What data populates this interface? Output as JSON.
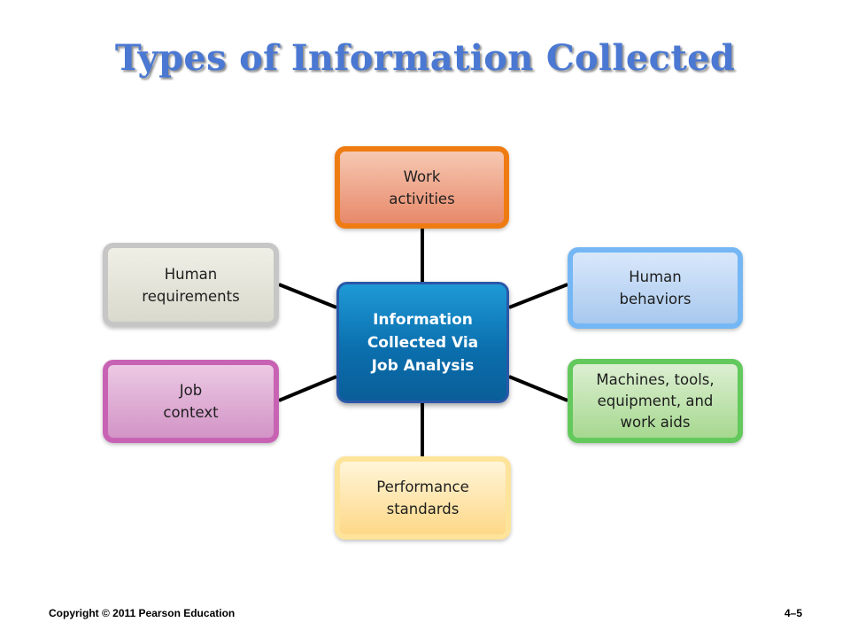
{
  "title": "Types of Information Collected",
  "diagram": {
    "center": "Information\nCollected Via\nJob Analysis",
    "nodes": {
      "work_activities": "Work\nactivities",
      "human_behaviors": "Human\nbehaviors",
      "machines_tools": "Machines, tools,\nequipment, and\nwork aids",
      "performance_standards": "Performance\nstandards",
      "job_context": "Job\ncontext",
      "human_requirements": "Human\nrequirements"
    }
  },
  "footer": {
    "copyright": "Copyright © 2011 Pearson Education",
    "page_number": "4–5"
  }
}
